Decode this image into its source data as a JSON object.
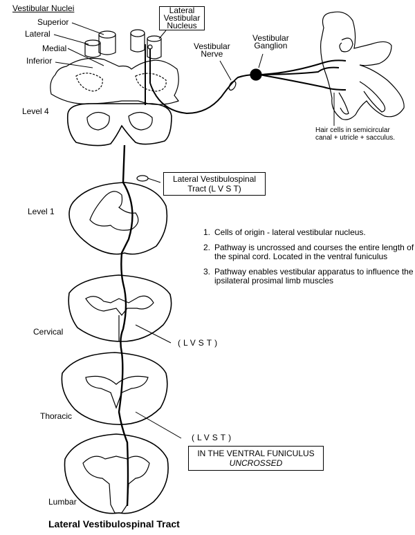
{
  "title": "Lateral Vestibulospinal Tract",
  "nuclei": {
    "heading": "Vestibular Nuclei",
    "items": [
      "Superior",
      "Lateral",
      "Medial",
      "Inferior"
    ]
  },
  "lateral_nucleus_box": [
    "Lateral",
    "Vestibular",
    "Nucleus"
  ],
  "nerve_label": [
    "Vestibular",
    "Nerve"
  ],
  "ganglion_label": [
    "Vestibular",
    "Ganglion"
  ],
  "hair_cells_label": [
    "Hair cells in semicircular",
    "canal + utricle + sacculus."
  ],
  "lvst_box": [
    "Lateral Vestibulospinal",
    "Tract (L V S T)"
  ],
  "levels": [
    "Level 4",
    "Level 1",
    "Cervical",
    "Thoracic",
    "Lumbar"
  ],
  "lvst_short_1": "(LVST)",
  "lvst_short_2": "(LVST)",
  "funiculus_box": {
    "line1": "IN THE VENTRAL FUNICULUS",
    "line2": "UNCROSSED"
  },
  "notes": [
    {
      "num": "1.",
      "text": "Cells of origin - lateral vestibular nucleus."
    },
    {
      "num": "2.",
      "text": "Pathway is uncrossed and courses the entire length of the spinal cord. Located in the ventral funiculus"
    },
    {
      "num": "3.",
      "text": "Pathway enables vestibular apparatus to influence the ipsilateral prosimal limb muscles"
    }
  ]
}
